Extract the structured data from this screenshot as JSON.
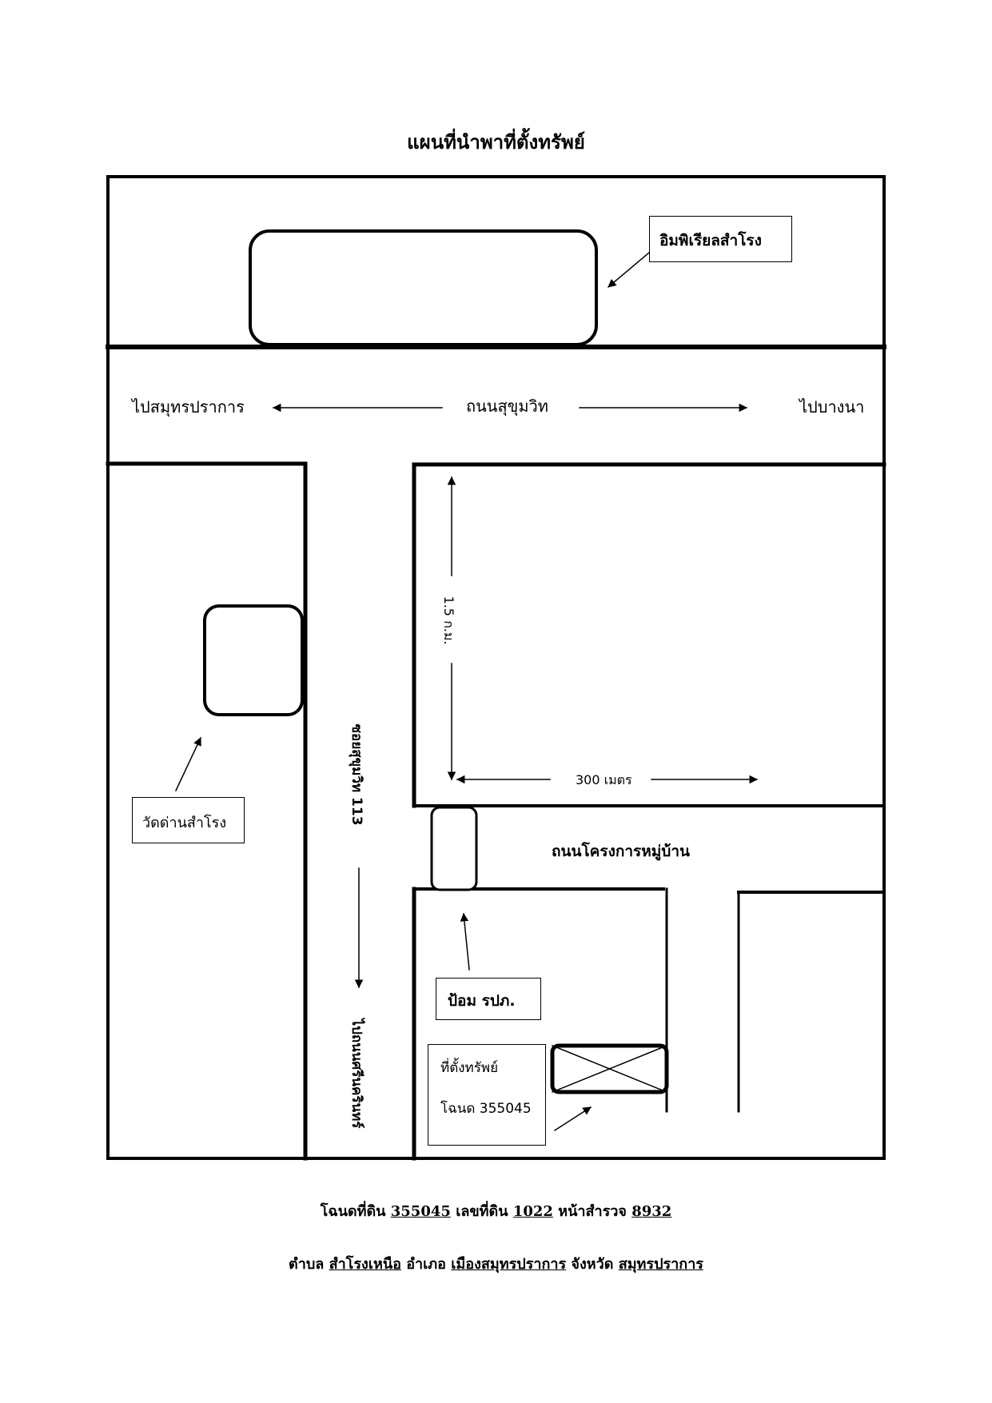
{
  "title": "แผนที่นำพาที่ตั้งทรัพย์",
  "labels": {
    "imperial": "อิมพิเรียลสำโรง",
    "to_samut_prakan": "ไปสมุทรปราการ",
    "sukhumvit_road": "ถนนสุขุมวิท",
    "to_bang_na": "ไปบางนา",
    "distance_vertical": "1.5 ก.ม.",
    "distance_horizontal": "300 เมตร",
    "soi": "ซอยสุขุมวิท 113",
    "to_theparak": "ไปถนนศรีนครินทร์",
    "temple": "วัดด่านสำโรง",
    "village_road": "ถนนโครงการหมู่บ้าน",
    "police_box": "ป้อม รปภ.",
    "property_line1": "ที่ตั้งทรัพย์",
    "property_line2": "โฉนด 355045"
  },
  "footer": {
    "line1": {
      "deed_label": "โฉนดที่ดิน",
      "deed_no": "355045",
      "land_no_label": "เลขที่ดิน",
      "land_no": "1022",
      "survey_label": "หน้าสำรวจ",
      "survey_no": "8932"
    },
    "line2": {
      "subdistrict_label": "ตำบล",
      "subdistrict": "สำโรงเหนือ",
      "district_label": "อำเภอ",
      "district": "เมืองสมุทรปราการ",
      "province_label": "จังหวัด",
      "province": "สมุทรปราการ"
    }
  }
}
